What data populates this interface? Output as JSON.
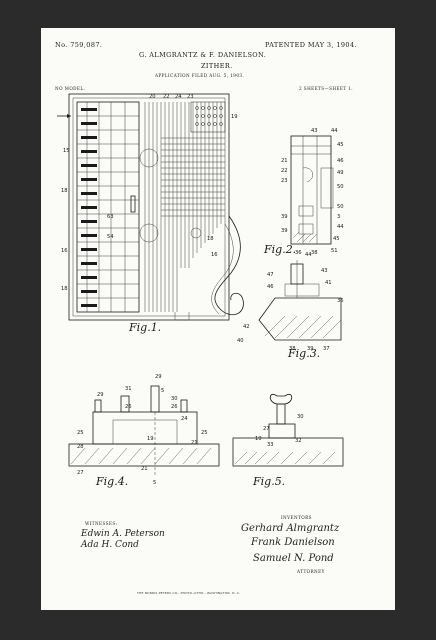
{
  "header": {
    "patent_number": "No. 759,087.",
    "patent_date": "PATENTED MAY 3, 1904.",
    "inventors_line": "G. ALMGRANTZ & F. DANIELSON.",
    "title": "ZITHER.",
    "application_line": "APPLICATION FILED AUG. 5, 1903.",
    "model_note": "NO MODEL.",
    "sheet_note": "2 SHEETS—SHEET 1."
  },
  "figures": {
    "fig1": "Fig.1.",
    "fig2": "Fig.2.",
    "fig3": "Fig.3.",
    "fig4": "Fig.4.",
    "fig5": "Fig.5."
  },
  "footer": {
    "witnesses_label": "WITNESSES:",
    "witness_1": "Edwin A. Peterson",
    "witness_2": "Ada H. Cond",
    "inventors_label": "INVENTORS",
    "inventor_1": "Gerhard Almgrantz",
    "inventor_2": "Frank Danielson",
    "attorney_sig": "Samuel N. Pond",
    "attorney_label": "ATTORNEY",
    "printer": "THE NORRIS PETERS CO., PHOTO-LITHO., WASHINGTON, D. C."
  }
}
